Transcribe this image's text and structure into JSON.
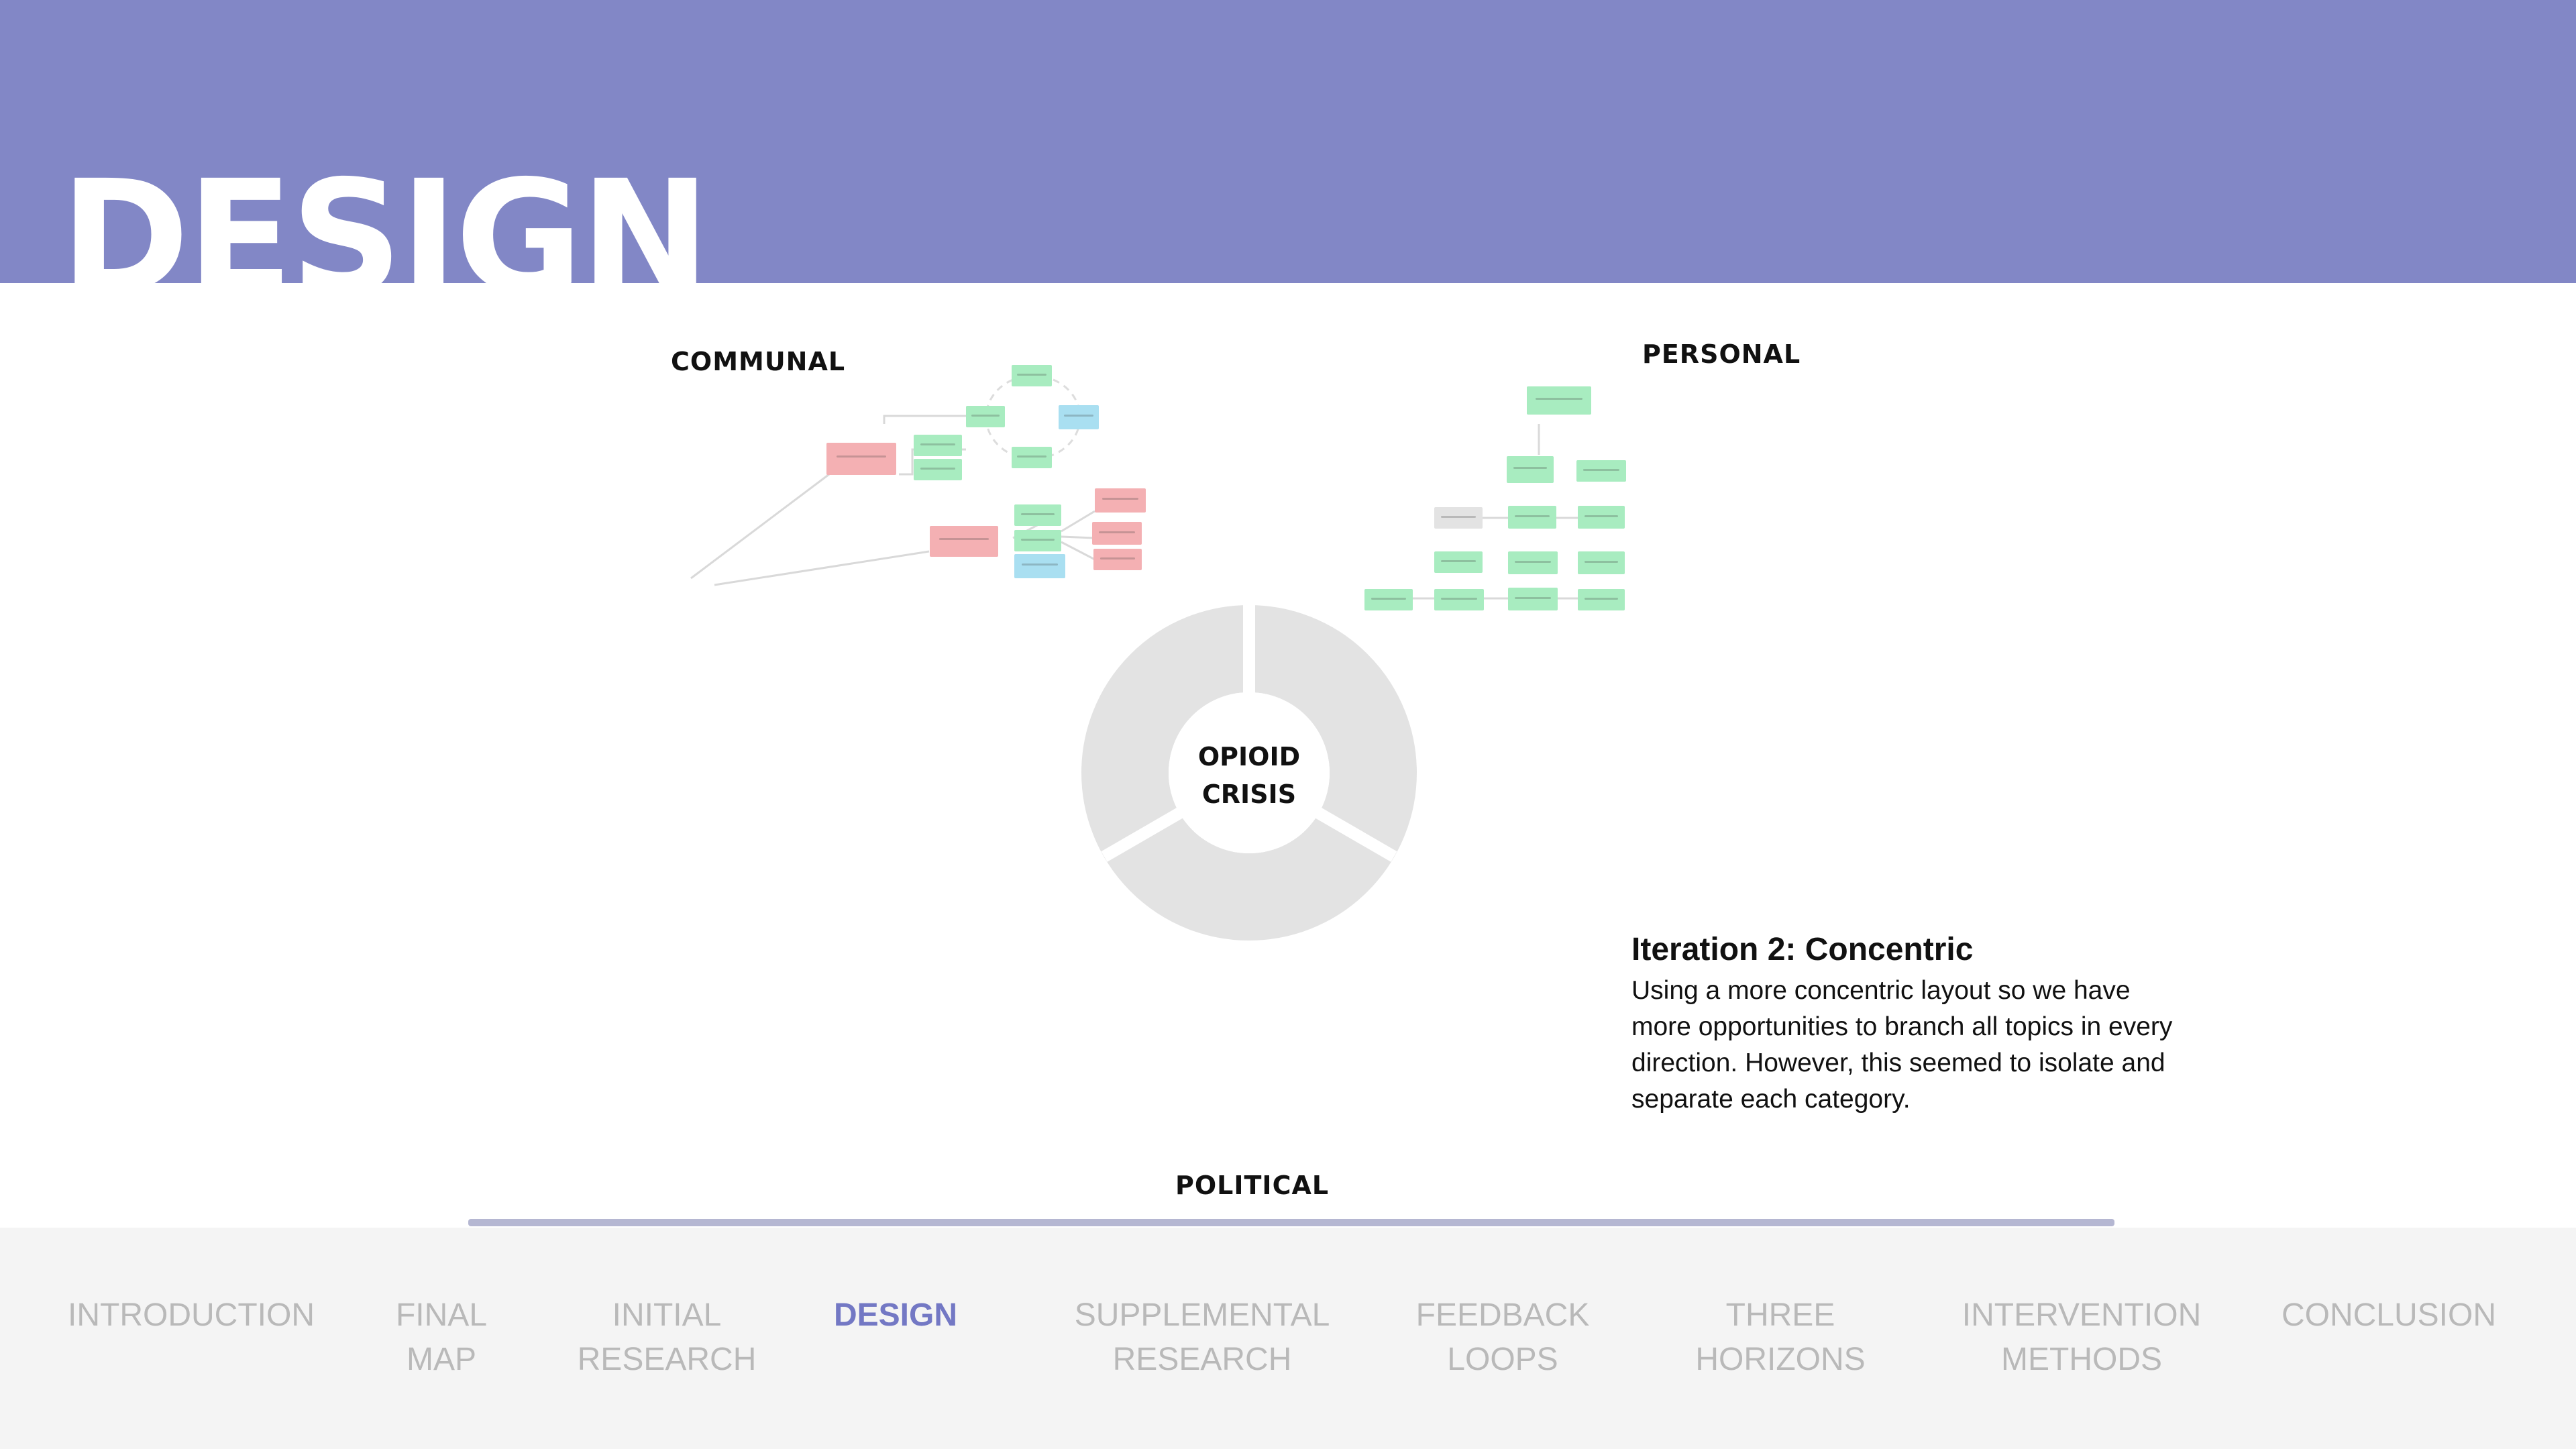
{
  "header": {
    "title": "DESIGN",
    "color": "#8287c6"
  },
  "map": {
    "communal_label": "COMMUNAL",
    "personal_label": "PERSONAL",
    "political_label": "POLITICAL",
    "center_line1": "OPIOID",
    "center_line2": "CRISIS",
    "box_colors": {
      "green": "#a8ecc0",
      "pink": "#f4b0b3",
      "blue": "#a9dff1",
      "grey": "#e3e3e3"
    }
  },
  "iteration": {
    "title": "Iteration 2: Concentric",
    "body": "Using a more concentric layout so we have more opportunities to branch all topics in every direction. However, this seemed to isolate and separate each category."
  },
  "nav": {
    "active_color": "#7378c4",
    "items": [
      {
        "line1": "INTRODUCTION",
        "line2": ""
      },
      {
        "line1": "FINAL",
        "line2": "MAP"
      },
      {
        "line1": "INITIAL",
        "line2": "RESEARCH"
      },
      {
        "line1": "DESIGN",
        "line2": ""
      },
      {
        "line1": "SUPPLEMENTAL",
        "line2": "RESEARCH"
      },
      {
        "line1": "FEEDBACK",
        "line2": "LOOPS"
      },
      {
        "line1": "THREE",
        "line2": "HORIZONS"
      },
      {
        "line1": "INTERVENTION",
        "line2": "METHODS"
      },
      {
        "line1": "CONCLUSION",
        "line2": ""
      }
    ]
  }
}
